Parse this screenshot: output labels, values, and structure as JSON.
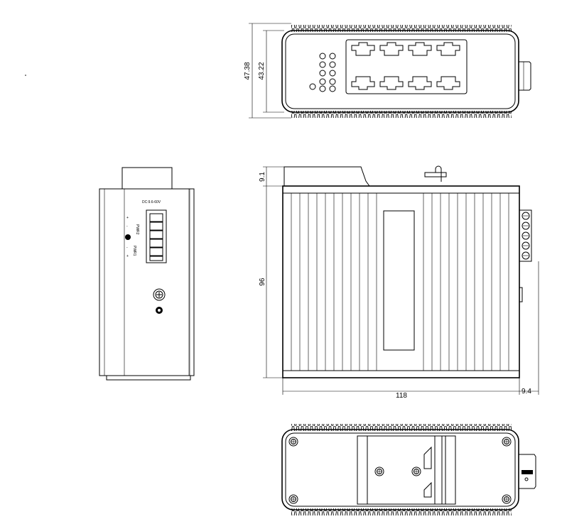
{
  "dimensions": {
    "overall_depth": "47.38",
    "body_depth": "43.22",
    "rail_height": "9.1",
    "height": "96",
    "width": "118",
    "terminal_width": "9.4"
  },
  "power_panel": {
    "voltage_label": "DC:9.6-60V",
    "pwr2_label": "PWR2",
    "pwr1_label": "PWR1",
    "plus_sign": "+",
    "minus_sign": "-"
  },
  "views": [
    "top-view",
    "side-view",
    "front-view",
    "bottom-view"
  ],
  "ports": {
    "count": 8,
    "led_count": 11
  }
}
